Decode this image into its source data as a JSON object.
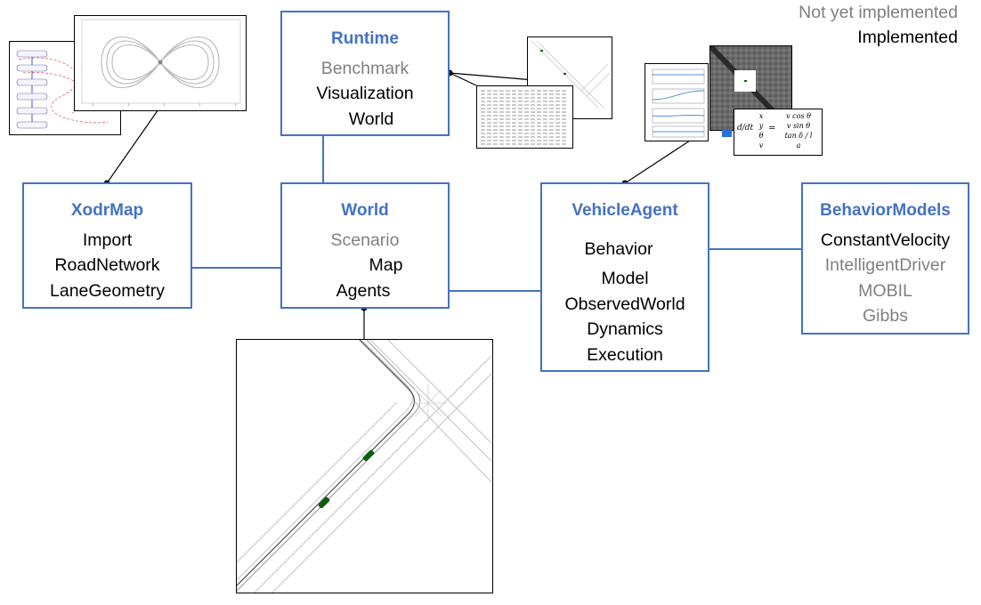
{
  "legend": {
    "not_implemented": "Not yet implemented",
    "implemented": "Implemented"
  },
  "colors": {
    "accent": "#4472c4",
    "implemented_text": "#000000",
    "not_implemented_text": "#808080",
    "agent_vehicle": "#0b5e0b"
  },
  "boxes": {
    "runtime": {
      "title": "Runtime",
      "items": [
        {
          "label": "Benchmark",
          "implemented": false
        },
        {
          "label": "Visualization",
          "implemented": true
        },
        {
          "label": "World",
          "implemented": true
        }
      ]
    },
    "xodrmap": {
      "title": "XodrMap",
      "items": [
        {
          "label": "Import",
          "implemented": true
        },
        {
          "label": "RoadNetwork",
          "implemented": true
        },
        {
          "label": "LaneGeometry",
          "implemented": true
        }
      ]
    },
    "world": {
      "title": "World",
      "items": [
        {
          "label": "Scenario",
          "implemented": false
        },
        {
          "label": "Map",
          "implemented": true
        },
        {
          "label": "Agents",
          "implemented": true
        }
      ]
    },
    "vehicleagent": {
      "title": "VehicleAgent",
      "items": [
        {
          "label": "Behavior",
          "implemented": true
        },
        {
          "label": "Model",
          "implemented": true
        },
        {
          "label": "ObservedWorld",
          "implemented": true
        },
        {
          "label": "Dynamics",
          "implemented": true
        },
        {
          "label": "Execution",
          "implemented": true
        }
      ]
    },
    "behaviormodels": {
      "title": "BehaviorModels",
      "items": [
        {
          "label": "ConstantVelocity",
          "implemented": true
        },
        {
          "label": "IntelligentDriver",
          "implemented": false
        },
        {
          "label": "MOBIL",
          "implemented": false
        },
        {
          "label": "Gibbs",
          "implemented": false
        }
      ]
    }
  },
  "thumbnails": {
    "figure_eight_map": {
      "icon": "figure-eight-track-plot"
    },
    "runtime_world": {
      "icon": "road-intersection-plot"
    },
    "benchmark_table": {
      "icon": "benchmark-results-table"
    },
    "dynamics_plots": {
      "icon": "time-series-plots"
    },
    "occupancy_grid": {
      "icon": "grayscale-occupancy-image"
    },
    "kinematic_model": {
      "icon": "single-track-model-equation",
      "lhs": "d/dt",
      "state": [
        "x",
        "y",
        "θ",
        "v"
      ],
      "rhs": [
        "v cos θ",
        "v sin θ",
        "tan δ / l",
        "a"
      ]
    },
    "world_scene": {
      "icon": "intersection-scene-with-agents",
      "agent_count": 2
    }
  }
}
